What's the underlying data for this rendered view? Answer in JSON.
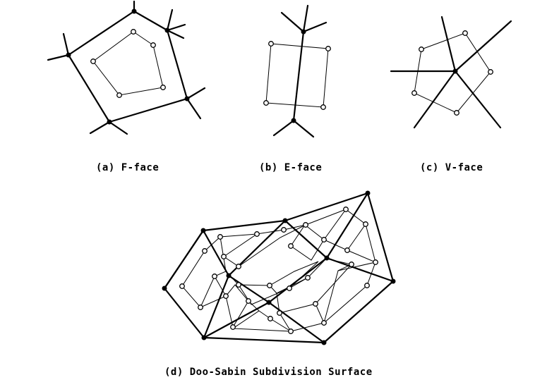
{
  "captions": {
    "a": "(a) F-face",
    "b": "(b) E-face",
    "c": "(c) V-face",
    "d": "(d) Doo-Sabin Subdivision Surface"
  },
  "colors": {
    "line": "#000000",
    "background": "#ffffff"
  }
}
